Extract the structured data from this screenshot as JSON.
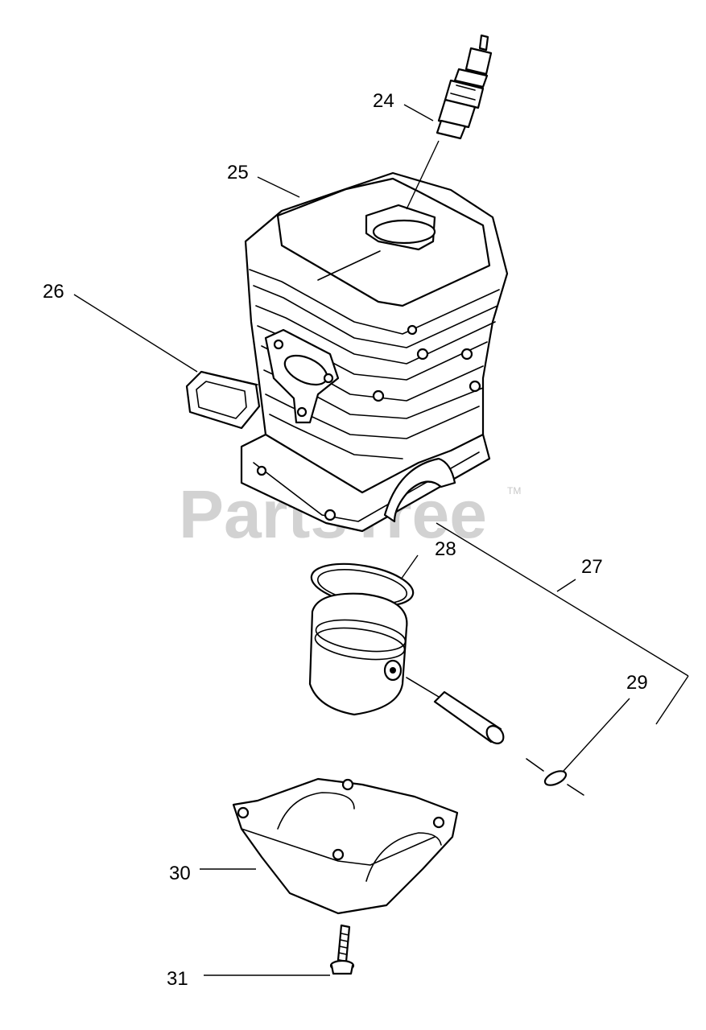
{
  "watermark": {
    "text": "PartsTree",
    "trademark": "TM"
  },
  "callouts": {
    "c24": "24",
    "c25": "25",
    "c26": "26",
    "c27": "27",
    "c28": "28",
    "c29": "29",
    "c30": "30",
    "c31": "31"
  }
}
